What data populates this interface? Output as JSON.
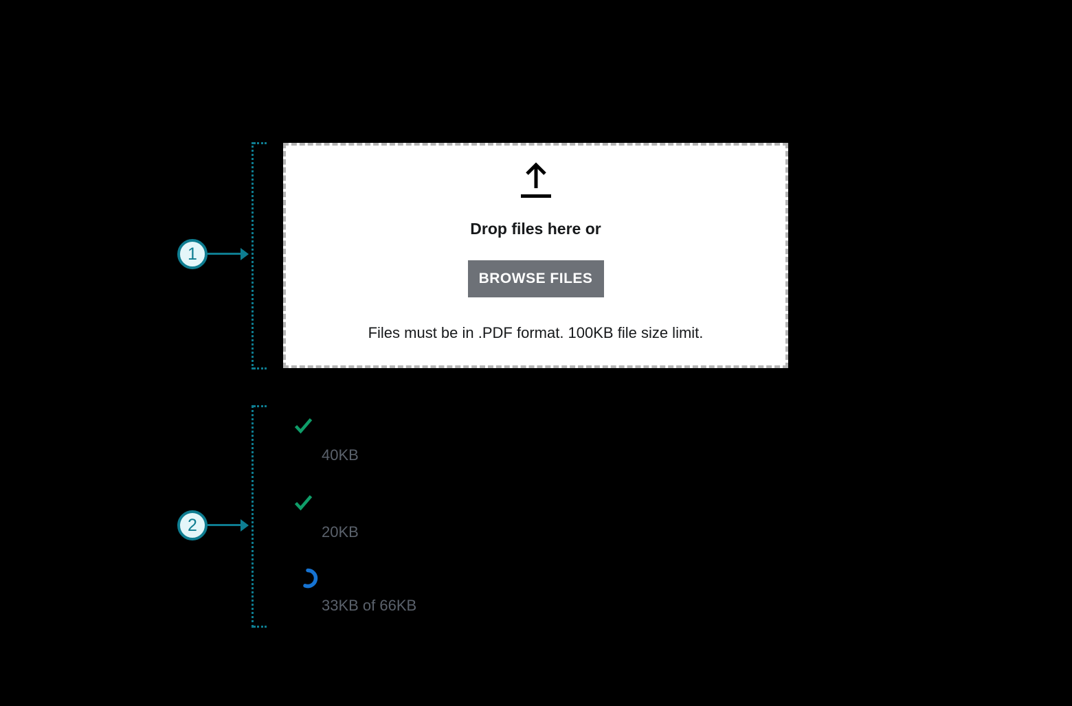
{
  "upload_dropzone": {
    "icon": "upload-arrow-icon",
    "prompt": "Drop files here or",
    "browse_button_label": "BROWSE FILES",
    "helper_text": "Files must be in .PDF format. 100KB file size limit."
  },
  "file_list": {
    "items": [
      {
        "status_icon": "check-icon",
        "size_label": "40KB"
      },
      {
        "status_icon": "check-icon",
        "size_label": "20KB"
      },
      {
        "status_icon": "progress-spinner-icon",
        "size_label": "33KB of 66KB"
      }
    ]
  },
  "annotations": {
    "callout_1": "1",
    "callout_2": "2"
  },
  "colors": {
    "annotation_teal": "#0e7d91",
    "annotation_fill": "#e4f6f9",
    "success_green": "#0f9d69",
    "progress_blue": "#1673d2",
    "button_gray": "#6d7177",
    "dashed_border_gray": "#b5b5b5",
    "file_size_gray": "#5a616b"
  }
}
